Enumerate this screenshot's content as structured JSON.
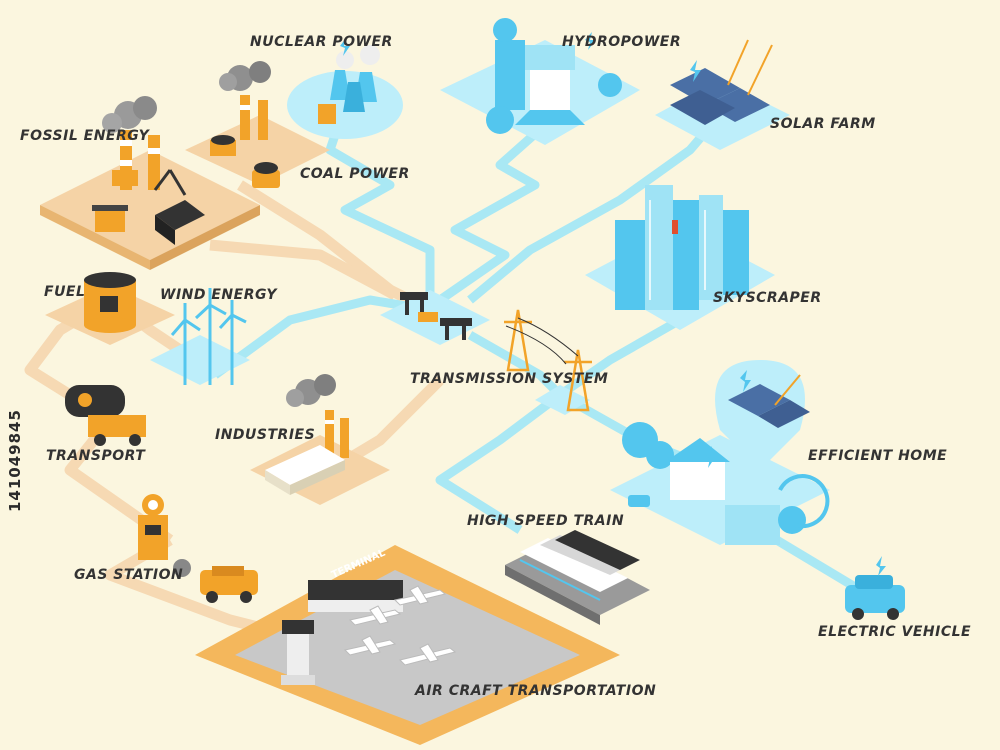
{
  "labels": {
    "nuclear_power": "NUCLEAR POWER",
    "hydropower": "HYDROPOWER",
    "fossil_energy": "FOSSIL ENERGY",
    "coal_power": "COAL POWER",
    "solar_farm": "SOLAR FARM",
    "skyscraper": "SKYSCRAPER",
    "fuel": "FUEL",
    "wind_energy": "WIND ENERGY",
    "transmission_system": "TRANSMISSION SYSTEM",
    "transport": "TRANSPORT",
    "industries": "INDUSTRIES",
    "efficient_home": "EFFICIENT HOME",
    "high_speed_train": "HIGH SPEED TRAIN",
    "gas_station": "GAS STATION",
    "electric_vehicle": "ELECTRIC VEHICLE",
    "air_craft_transportation": "AIR CRAFT TRANSPORTATION"
  },
  "airport_signs": {
    "terminal": "TERMINAL"
  },
  "stock_id": "141049845",
  "colors": {
    "background": "#fbf6df",
    "fossil_path": "#f6d9b3",
    "electric_path": "#a9e8f4",
    "fossil_tile": "#f5d3a6",
    "airport_tile": "#f4b75c",
    "electric_tile": "#bdeefa",
    "accent_orange": "#f2a329",
    "accent_blue": "#53c6ee",
    "dark": "#333333"
  }
}
